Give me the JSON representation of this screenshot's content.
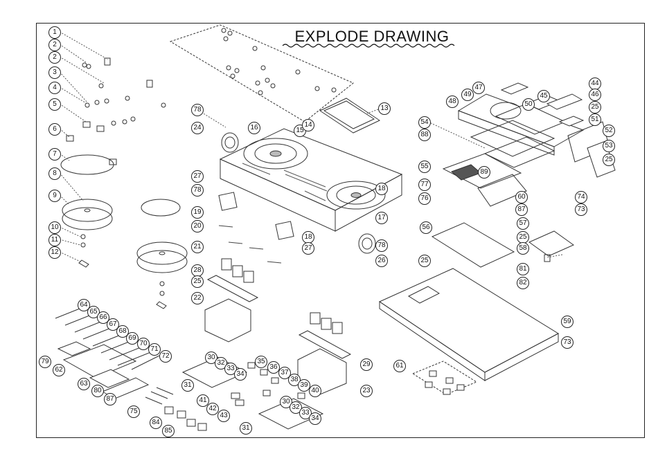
{
  "title": "EXPLODE DRAWING",
  "callouts": [
    {
      "label": "1"
    },
    {
      "label": "2"
    },
    {
      "label": "2"
    },
    {
      "label": "3"
    },
    {
      "label": "4"
    },
    {
      "label": "5"
    },
    {
      "label": "6"
    },
    {
      "label": "7"
    },
    {
      "label": "8"
    },
    {
      "label": "9"
    },
    {
      "label": "10"
    },
    {
      "label": "11"
    },
    {
      "label": "12"
    },
    {
      "label": "64"
    },
    {
      "label": "65"
    },
    {
      "label": "66"
    },
    {
      "label": "67"
    },
    {
      "label": "68"
    },
    {
      "label": "69"
    },
    {
      "label": "70"
    },
    {
      "label": "71"
    },
    {
      "label": "72"
    },
    {
      "label": "79"
    },
    {
      "label": "62"
    },
    {
      "label": "63"
    },
    {
      "label": "80"
    },
    {
      "label": "87"
    },
    {
      "label": "75"
    },
    {
      "label": "84"
    },
    {
      "label": "85"
    },
    {
      "label": "78"
    },
    {
      "label": "24"
    },
    {
      "label": "16"
    },
    {
      "label": "15"
    },
    {
      "label": "14"
    },
    {
      "label": "13"
    },
    {
      "label": "18"
    },
    {
      "label": "27"
    },
    {
      "label": "78"
    },
    {
      "label": "19"
    },
    {
      "label": "20"
    },
    {
      "label": "18"
    },
    {
      "label": "27"
    },
    {
      "label": "17"
    },
    {
      "label": "78"
    },
    {
      "label": "26"
    },
    {
      "label": "21"
    },
    {
      "label": "28"
    },
    {
      "label": "25"
    },
    {
      "label": "22"
    },
    {
      "label": "29"
    },
    {
      "label": "23"
    },
    {
      "label": "30"
    },
    {
      "label": "32"
    },
    {
      "label": "33"
    },
    {
      "label": "34"
    },
    {
      "label": "35"
    },
    {
      "label": "36"
    },
    {
      "label": "37"
    },
    {
      "label": "38"
    },
    {
      "label": "39"
    },
    {
      "label": "40"
    },
    {
      "label": "31"
    },
    {
      "label": "41"
    },
    {
      "label": "42"
    },
    {
      "label": "43"
    },
    {
      "label": "30"
    },
    {
      "label": "32"
    },
    {
      "label": "33"
    },
    {
      "label": "34"
    },
    {
      "label": "31"
    },
    {
      "label": "47"
    },
    {
      "label": "49"
    },
    {
      "label": "48"
    },
    {
      "label": "50"
    },
    {
      "label": "45"
    },
    {
      "label": "44"
    },
    {
      "label": "46"
    },
    {
      "label": "25"
    },
    {
      "label": "51"
    },
    {
      "label": "54"
    },
    {
      "label": "88"
    },
    {
      "label": "52"
    },
    {
      "label": "53"
    },
    {
      "label": "25"
    },
    {
      "label": "55"
    },
    {
      "label": "89"
    },
    {
      "label": "77"
    },
    {
      "label": "60"
    },
    {
      "label": "76"
    },
    {
      "label": "87"
    },
    {
      "label": "74"
    },
    {
      "label": "73"
    },
    {
      "label": "57"
    },
    {
      "label": "56"
    },
    {
      "label": "25"
    },
    {
      "label": "58"
    },
    {
      "label": "25"
    },
    {
      "label": "81"
    },
    {
      "label": "82"
    },
    {
      "label": "59"
    },
    {
      "label": "73"
    },
    {
      "label": "61"
    }
  ]
}
